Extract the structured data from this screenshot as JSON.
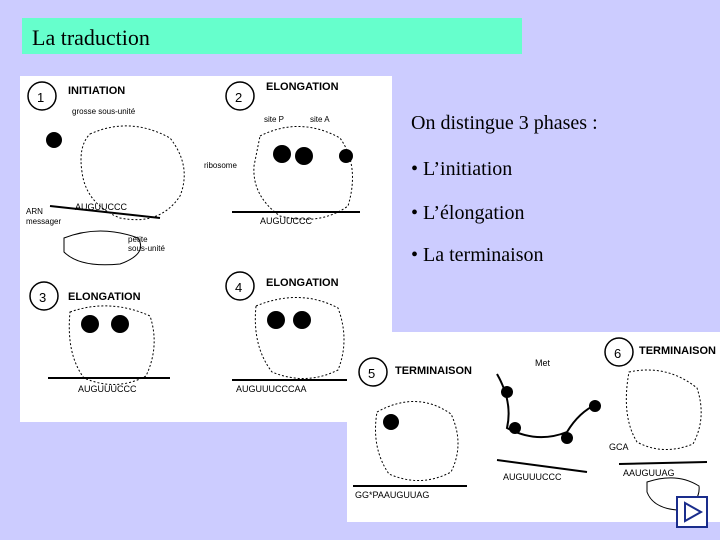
{
  "slide": {
    "title": "La traduction",
    "intro": "On distingue 3 phases :",
    "bullets": [
      "• L’initiation",
      "• L’élongation",
      "• La terminaison"
    ]
  },
  "diagram": {
    "panels": [
      {
        "num": "1",
        "title": "INITIATION"
      },
      {
        "num": "2",
        "title": "ELONGATION"
      },
      {
        "num": "3",
        "title": "ELONGATION"
      },
      {
        "num": "4",
        "title": "ELONGATION"
      },
      {
        "num": "5",
        "title": "TERMINAISON"
      },
      {
        "num": "6",
        "title": "TERMINAISON"
      }
    ],
    "labels": {
      "grosse": "grosse sous-unité",
      "arn": "ARN",
      "messager": "messager",
      "petite": "petite",
      "sous_unite": "sous-unité",
      "ribosome": "ribosome",
      "site_p": "site P",
      "site_a": "site A",
      "met": "Met"
    },
    "sequences": {
      "p1": "AUGUUCCC",
      "p2": "AUGUUCCC",
      "p3": "AUGUUUCCC",
      "p4": "AUGUUUCCCAA",
      "p5": "GG*PAAUGUUAG",
      "p6_left": "AUGUUUCCC",
      "p6_right": "AAUGUUAG",
      "p6_anti": "GCA"
    }
  },
  "nav": {
    "icon": "next-slide-icon"
  }
}
